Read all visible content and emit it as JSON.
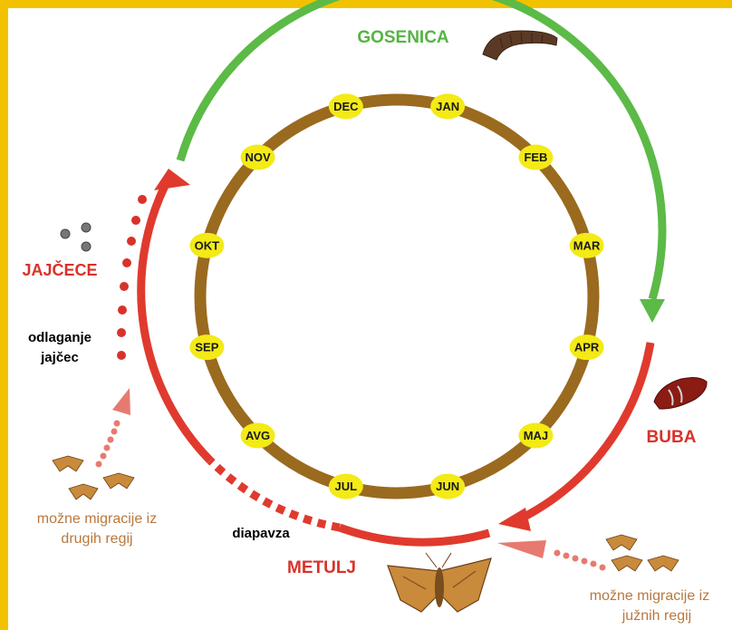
{
  "colors": {
    "frame": "#f2c200",
    "month_ring": "#9a6a1f",
    "month_badge": "#f3ea16",
    "larva_arrow": "#5cba47",
    "red_arrow": "#e03a2e",
    "label_red": "#d8322a",
    "label_green": "#55b444",
    "migration_text": "#b9783e",
    "black_text": "#000000"
  },
  "stages": {
    "larva": "GOSENICA",
    "pupa": "BUBA",
    "adult": "METULJ",
    "eggs": "JAJČECE"
  },
  "notes": {
    "egg_laying_line1": "odlaganje",
    "egg_laying_line2": "jajčec",
    "diapause": "diapavza",
    "migration_other_line1": "možne migracije iz",
    "migration_other_line2": "drugih regij",
    "migration_south_line1": "možne migracije iz",
    "migration_south_line2": "južnih regij"
  },
  "months": [
    "JAN",
    "FEB",
    "MAR",
    "APR",
    "MAJ",
    "JUN",
    "JUL",
    "AVG",
    "SEP",
    "OKT",
    "NOV",
    "DEC"
  ],
  "icons": {
    "caterpillar": "caterpillar-icon",
    "pupa": "pupa-icon",
    "moth": "moth-icon",
    "eggs": "eggs-icon"
  }
}
